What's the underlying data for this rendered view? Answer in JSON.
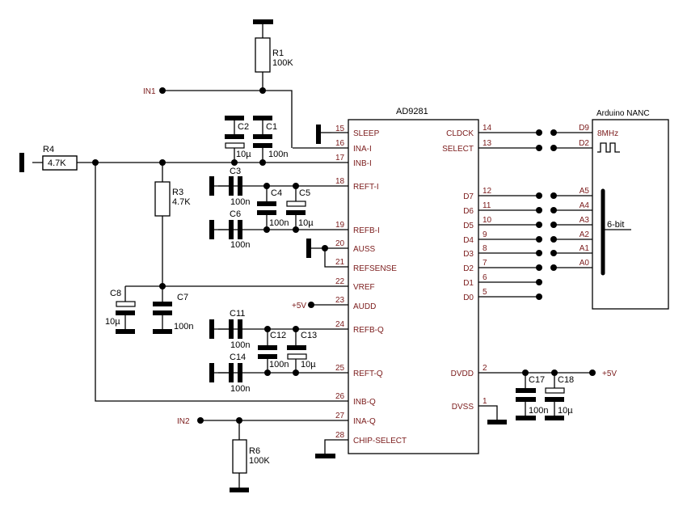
{
  "chip": {
    "name": "AD9281",
    "left_pins": [
      {
        "num": "15",
        "label": "SLEEP"
      },
      {
        "num": "16",
        "label": "INA-I"
      },
      {
        "num": "17",
        "label": "INB-I"
      },
      {
        "num": "18",
        "label": "REFT-I"
      },
      {
        "num": "19",
        "label": "REFB-I"
      },
      {
        "num": "20",
        "label": "AUSS"
      },
      {
        "num": "21",
        "label": "REFSENSE"
      },
      {
        "num": "22",
        "label": "VREF"
      },
      {
        "num": "23",
        "label": "AUDD"
      },
      {
        "num": "24",
        "label": "REFB-Q"
      },
      {
        "num": "25",
        "label": "REFT-Q"
      },
      {
        "num": "26",
        "label": "INB-Q"
      },
      {
        "num": "27",
        "label": "INA-Q"
      },
      {
        "num": "28",
        "label": "CHIP-SELECT"
      }
    ],
    "right_pins": [
      {
        "num": "14",
        "label": "CLDCK"
      },
      {
        "num": "13",
        "label": "SELECT"
      },
      {
        "num": "12",
        "label": "D7"
      },
      {
        "num": "11",
        "label": "D6"
      },
      {
        "num": "10",
        "label": "D5"
      },
      {
        "num": "9",
        "label": "D4"
      },
      {
        "num": "8",
        "label": "D3"
      },
      {
        "num": "7",
        "label": "D2"
      },
      {
        "num": "6",
        "label": "D1"
      },
      {
        "num": "5",
        "label": "D0"
      },
      {
        "num": "2",
        "label": "DVDD"
      },
      {
        "num": "1",
        "label": "DVSS"
      }
    ]
  },
  "arduino": {
    "name": "Arduino NANC",
    "pins": [
      "D9",
      "D2",
      "A5",
      "A4",
      "A3",
      "A2",
      "A1",
      "A0"
    ],
    "clock_label": "8MHz",
    "bus_label": "6-bit"
  },
  "nets": {
    "in1": "IN1",
    "in2": "IN2",
    "vcc_audd": "+5V",
    "vcc_dvdd": "+5V"
  },
  "components": {
    "R1": {
      "ref": "R1",
      "value": "100K"
    },
    "R3": {
      "ref": "R3",
      "value": "4.7K"
    },
    "R4": {
      "ref": "R4",
      "value": "4.7K"
    },
    "R6": {
      "ref": "R6",
      "value": "100K"
    },
    "C1": {
      "ref": "C1",
      "value": "100n"
    },
    "C2": {
      "ref": "C2",
      "value": "10µ"
    },
    "C3": {
      "ref": "C3",
      "value": "100n"
    },
    "C4": {
      "ref": "C4",
      "value": "100n"
    },
    "C5": {
      "ref": "C5",
      "value": "10µ"
    },
    "C6": {
      "ref": "C6",
      "value": "100n"
    },
    "C7": {
      "ref": "C7",
      "value": "100n"
    },
    "C8": {
      "ref": "C8",
      "value": "10µ"
    },
    "C11": {
      "ref": "C11",
      "value": "100n"
    },
    "C12": {
      "ref": "C12",
      "value": "100n"
    },
    "C13": {
      "ref": "C13",
      "value": "10µ"
    },
    "C14": {
      "ref": "C14",
      "value": "100n"
    },
    "C17": {
      "ref": "C17",
      "value": "100n"
    },
    "C18": {
      "ref": "C18",
      "value": "10µ"
    }
  }
}
